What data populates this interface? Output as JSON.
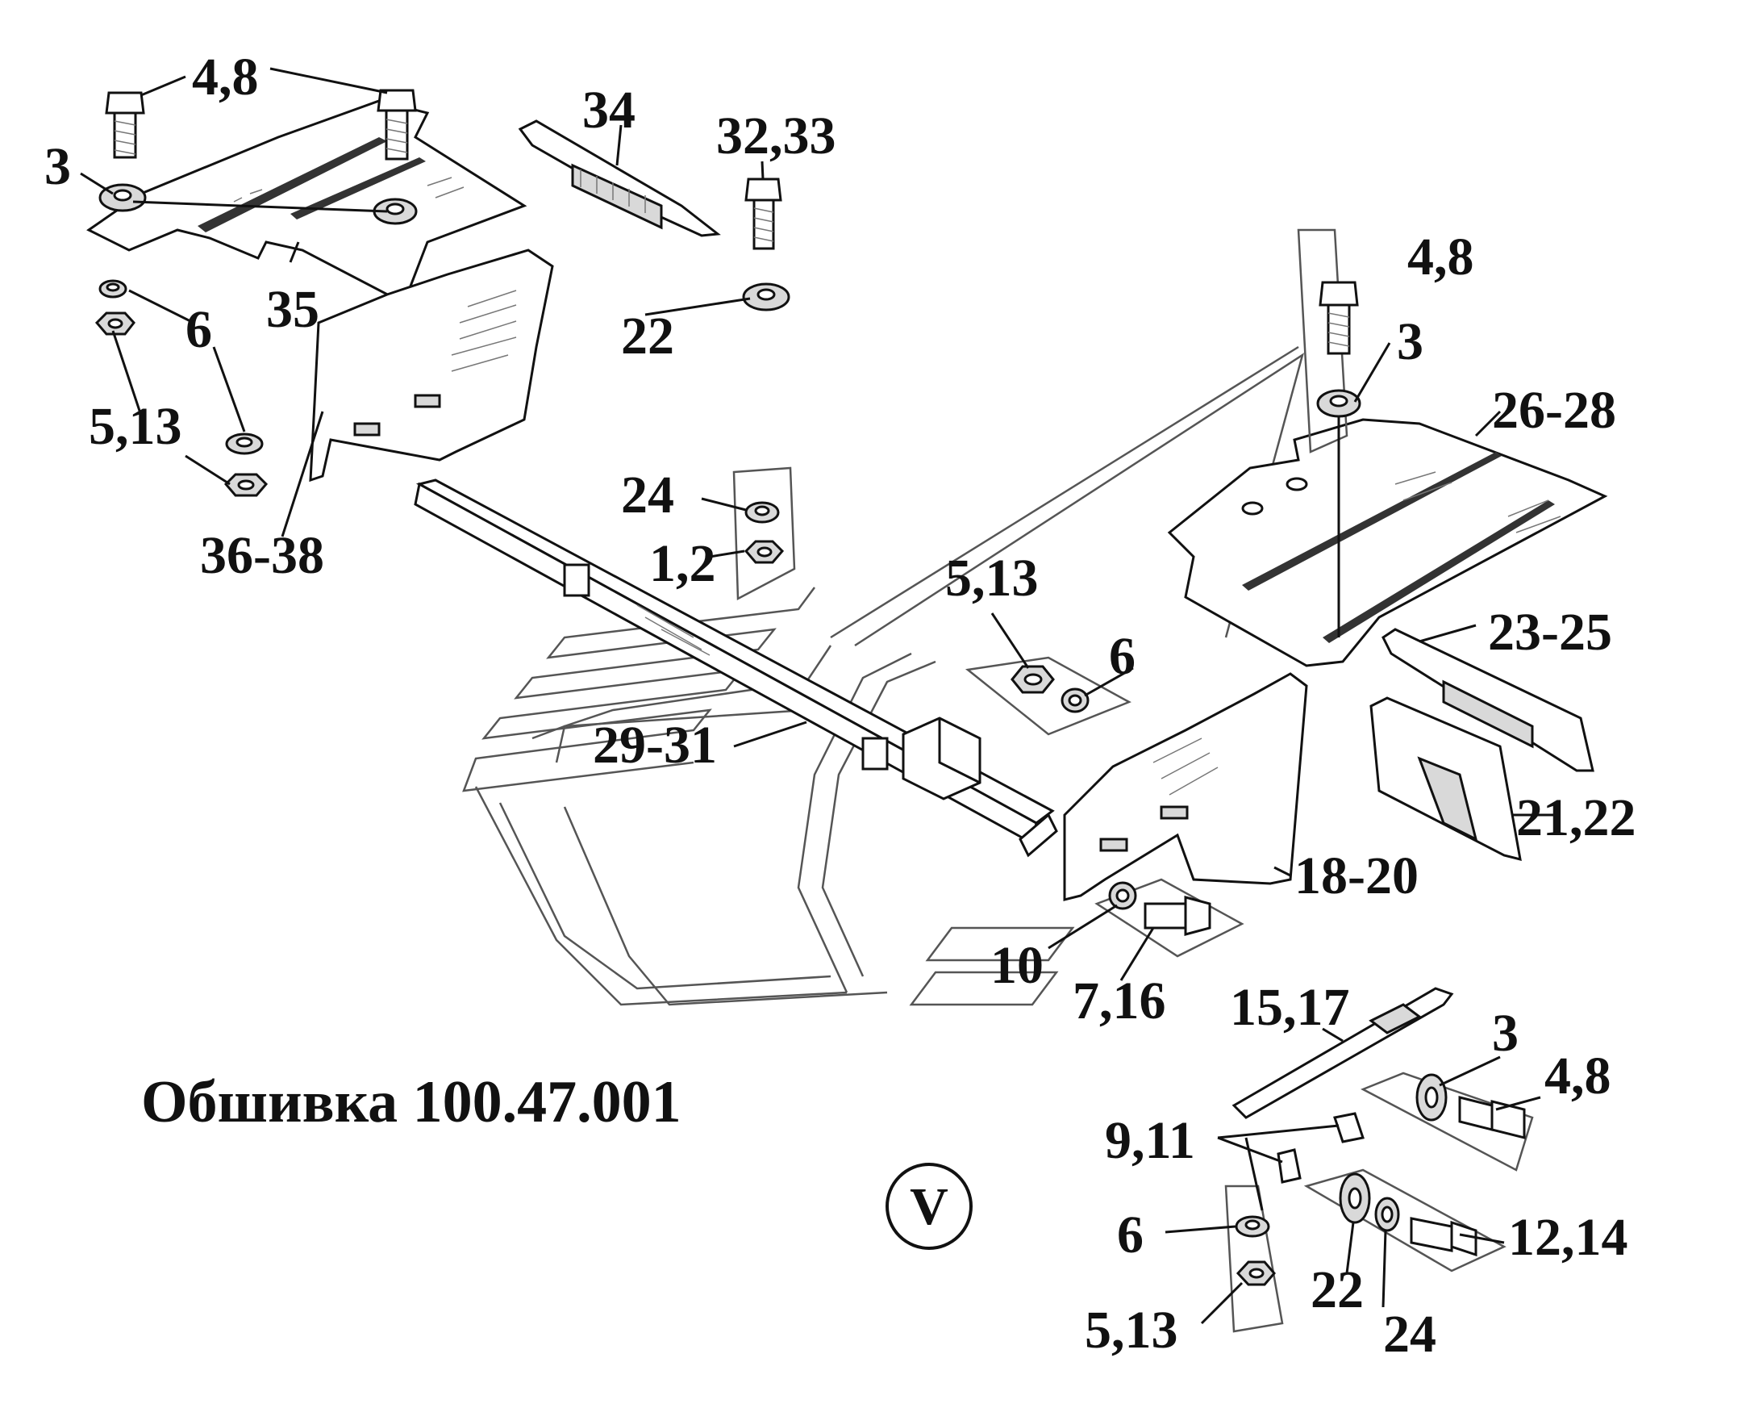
{
  "title": "Обшивка 100.47.001",
  "view_marker": "V",
  "callouts": [
    {
      "id": "c1",
      "text": "4,8"
    },
    {
      "id": "c2",
      "text": "34"
    },
    {
      "id": "c3",
      "text": "32,33"
    },
    {
      "id": "c4",
      "text": "3"
    },
    {
      "id": "c5",
      "text": "35"
    },
    {
      "id": "c6",
      "text": "6"
    },
    {
      "id": "c7",
      "text": "22"
    },
    {
      "id": "c8",
      "text": "5,13"
    },
    {
      "id": "c9",
      "text": "24"
    },
    {
      "id": "c10",
      "text": "1,2"
    },
    {
      "id": "c11",
      "text": "36-38"
    },
    {
      "id": "c12",
      "text": "4,8"
    },
    {
      "id": "c13",
      "text": "3"
    },
    {
      "id": "c14",
      "text": "26-28"
    },
    {
      "id": "c15",
      "text": "5,13"
    },
    {
      "id": "c16",
      "text": "6"
    },
    {
      "id": "c17",
      "text": "23-25"
    },
    {
      "id": "c18",
      "text": "29-31"
    },
    {
      "id": "c19",
      "text": "21,22"
    },
    {
      "id": "c20",
      "text": "18-20"
    },
    {
      "id": "c21",
      "text": "10"
    },
    {
      "id": "c22",
      "text": "7,16"
    },
    {
      "id": "c23",
      "text": "15,17"
    },
    {
      "id": "c24",
      "text": "3"
    },
    {
      "id": "c25",
      "text": "4,8"
    },
    {
      "id": "c26",
      "text": "9,11"
    },
    {
      "id": "c27",
      "text": "6"
    },
    {
      "id": "c28",
      "text": "12,14"
    },
    {
      "id": "c29",
      "text": "22"
    },
    {
      "id": "c30",
      "text": "24"
    },
    {
      "id": "c31",
      "text": "5,13"
    }
  ]
}
